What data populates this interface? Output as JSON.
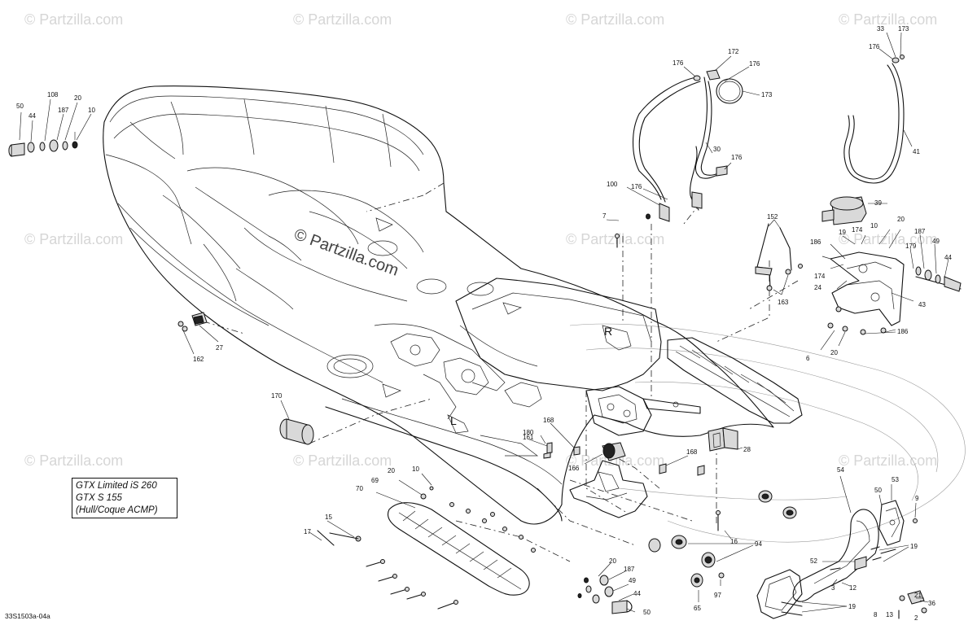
{
  "watermark": {
    "text": "© Partzilla.com",
    "positions_note": "",
    "center_text": "© Partzilla.com"
  },
  "model_box": {
    "line1": "GTX Limited iS 260",
    "line2": "GTX S 155",
    "line3": "(Hull/Coque ACMP)"
  },
  "figure_code": "33S1503a-04a",
  "callouts": {
    "c50a": "50",
    "c44a": "44",
    "c108": "108",
    "c187a": "187",
    "c20a": "20",
    "c10a": "10",
    "c170": "170",
    "c162": "162",
    "c27": "27",
    "c176a": "176",
    "c172": "172",
    "c176b": "176",
    "c173a": "173",
    "c30": "30",
    "c176c": "176",
    "c100": "100",
    "c176d": "176",
    "c7": "7",
    "c33": "33",
    "c173b": "173",
    "c176e": "176",
    "c41": "41",
    "c39": "39",
    "c152": "152",
    "c19a": "19",
    "c174a": "174",
    "c10b": "10",
    "c20b": "20",
    "c186a": "186",
    "c187b": "187",
    "c49a": "49",
    "c44b": "44",
    "c179": "179",
    "c174b": "174",
    "c24": "24",
    "c163": "163",
    "c43": "43",
    "c186b": "186",
    "c6": "6",
    "c20c": "20",
    "c161": "161",
    "c180": "180",
    "c168a": "168",
    "c166": "166",
    "c168b": "168",
    "c28": "28",
    "c20d": "20",
    "c10c": "10",
    "c69": "69",
    "c70": "70",
    "c15": "15",
    "c17": "17",
    "c16": "16",
    "c94": "94",
    "c54": "54",
    "c53": "53",
    "c50b": "50",
    "c9": "9",
    "c19b": "19",
    "c52": "52",
    "c3": "3",
    "c12": "12",
    "c97": "97",
    "c65": "65",
    "c20e": "20",
    "c187c": "187",
    "c49b": "49",
    "c44c": "44",
    "c50c": "50",
    "c21": "21",
    "c36": "36",
    "c8": "8",
    "c13": "13",
    "c2": "2",
    "c19c": "19"
  }
}
